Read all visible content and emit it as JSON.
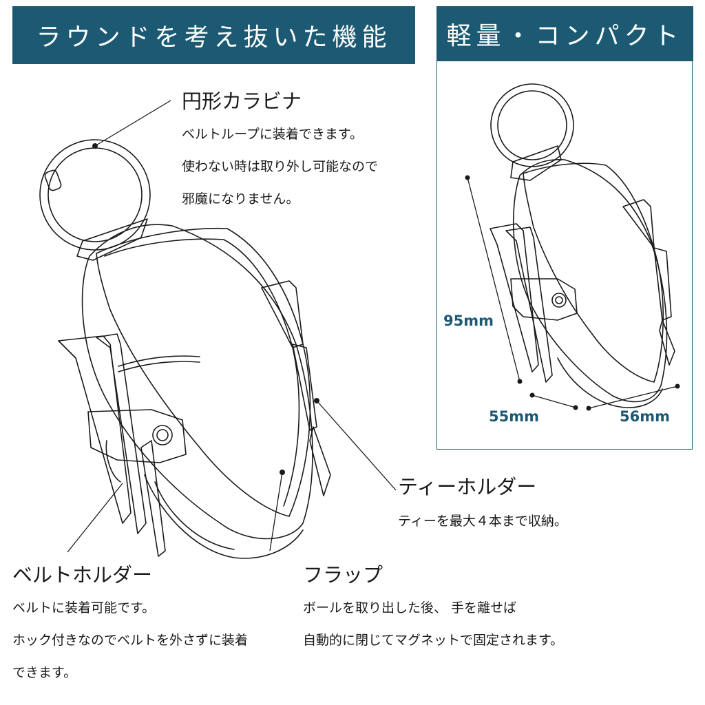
{
  "banners": {
    "left": "ラウンドを考え抜いた機能",
    "right": "軽量・コンパクト"
  },
  "features": {
    "carabiner": {
      "title": "円形カラビナ",
      "lines": [
        "ベルトループに装着できます。",
        "使わない時は取り外し可能なので",
        "邪魔になりません。"
      ]
    },
    "tee_holder": {
      "title": "ティーホルダー",
      "lines": [
        "ティーを最大４本まで収納。"
      ]
    },
    "belt_holder": {
      "title": "ベルトホルダー",
      "lines": [
        "ベルトに装着可能です。",
        "ホック付きなのでベルトを外さずに装着",
        "できます。"
      ]
    },
    "flap": {
      "title": "フラップ",
      "lines": [
        "ボールを取り出した後、 手を離せば",
        "自動的に閉じてマグネットで固定されます。"
      ]
    }
  },
  "dimensions": {
    "height": "95mm",
    "depth": "55mm",
    "width": "56mm"
  },
  "colors": {
    "accent": "#1b5a72",
    "line": "#1a1a1a"
  }
}
